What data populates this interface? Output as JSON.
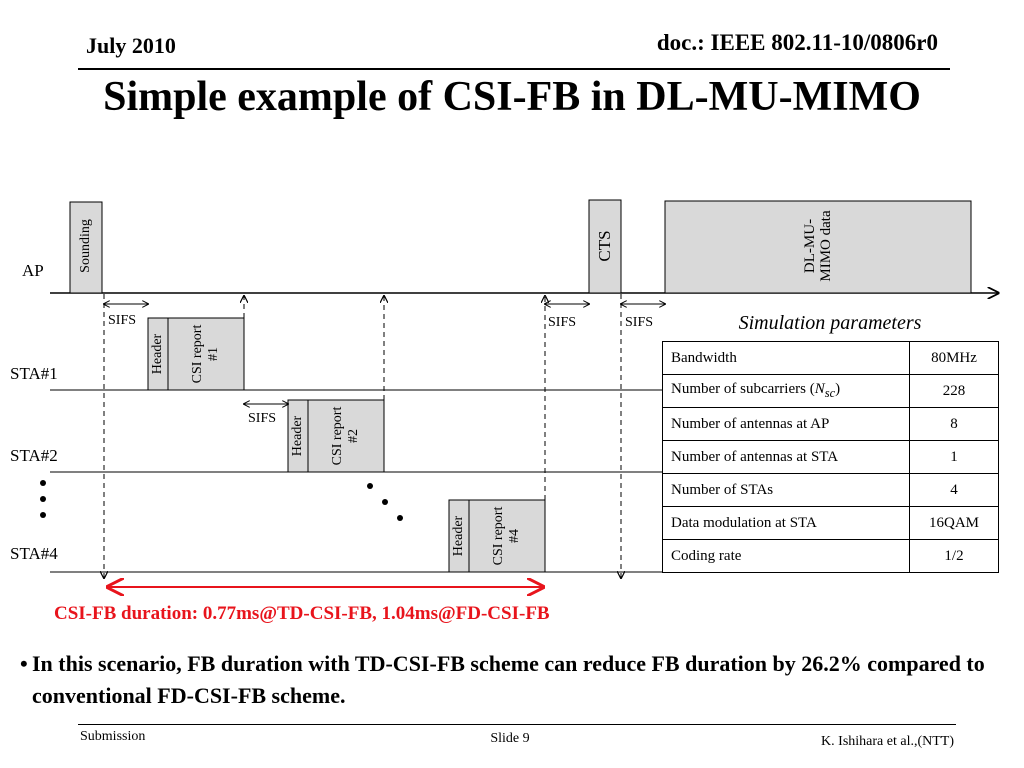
{
  "header": {
    "date": "July 2010",
    "doc": "doc.: IEEE 802.11-10/0806r0"
  },
  "title": "Simple example of CSI-FB in DL-MU-MIMO",
  "diagram": {
    "stations": [
      "AP",
      "STA#1",
      "STA#2",
      "STA#4"
    ],
    "frames": {
      "sounding": "Sounding",
      "header": "Header",
      "csi1": "CSI report #1",
      "csi2": "CSI report #2",
      "csi4": "CSI report #4",
      "cts": "CTS",
      "data": "DL-MU-MIMO data"
    },
    "sifs": "SIFS",
    "duration": "CSI-FB duration: 0.77ms@TD-CSI-FB, 1.04ms@FD-CSI-FB",
    "colors": {
      "frame_fill": "#d9d9d9",
      "duration": "#e8141c"
    }
  },
  "params": {
    "title": "Simulation parameters",
    "rows": [
      {
        "name": "Bandwidth",
        "value": "80MHz"
      },
      {
        "name": "Number of subcarriers (",
        "sym": "N",
        "sub": "sc",
        "tail": ")",
        "value": "228"
      },
      {
        "name": "Number of antennas at AP",
        "value": "8"
      },
      {
        "name": "Number of antennas at STA",
        "value": "1"
      },
      {
        "name": "Number of STAs",
        "value": "4"
      },
      {
        "name": "Data modulation at STA",
        "value": "16QAM"
      },
      {
        "name": "Coding rate",
        "value": "1/2"
      }
    ]
  },
  "bullet": "In this scenario, FB duration with TD-CSI-FB scheme can reduce FB duration by 26.2% compared to conventional FD-CSI-FB scheme.",
  "footer": {
    "submission": "Submission",
    "slide": "Slide 9",
    "author": "K. Ishihara  et al.,(NTT)"
  }
}
